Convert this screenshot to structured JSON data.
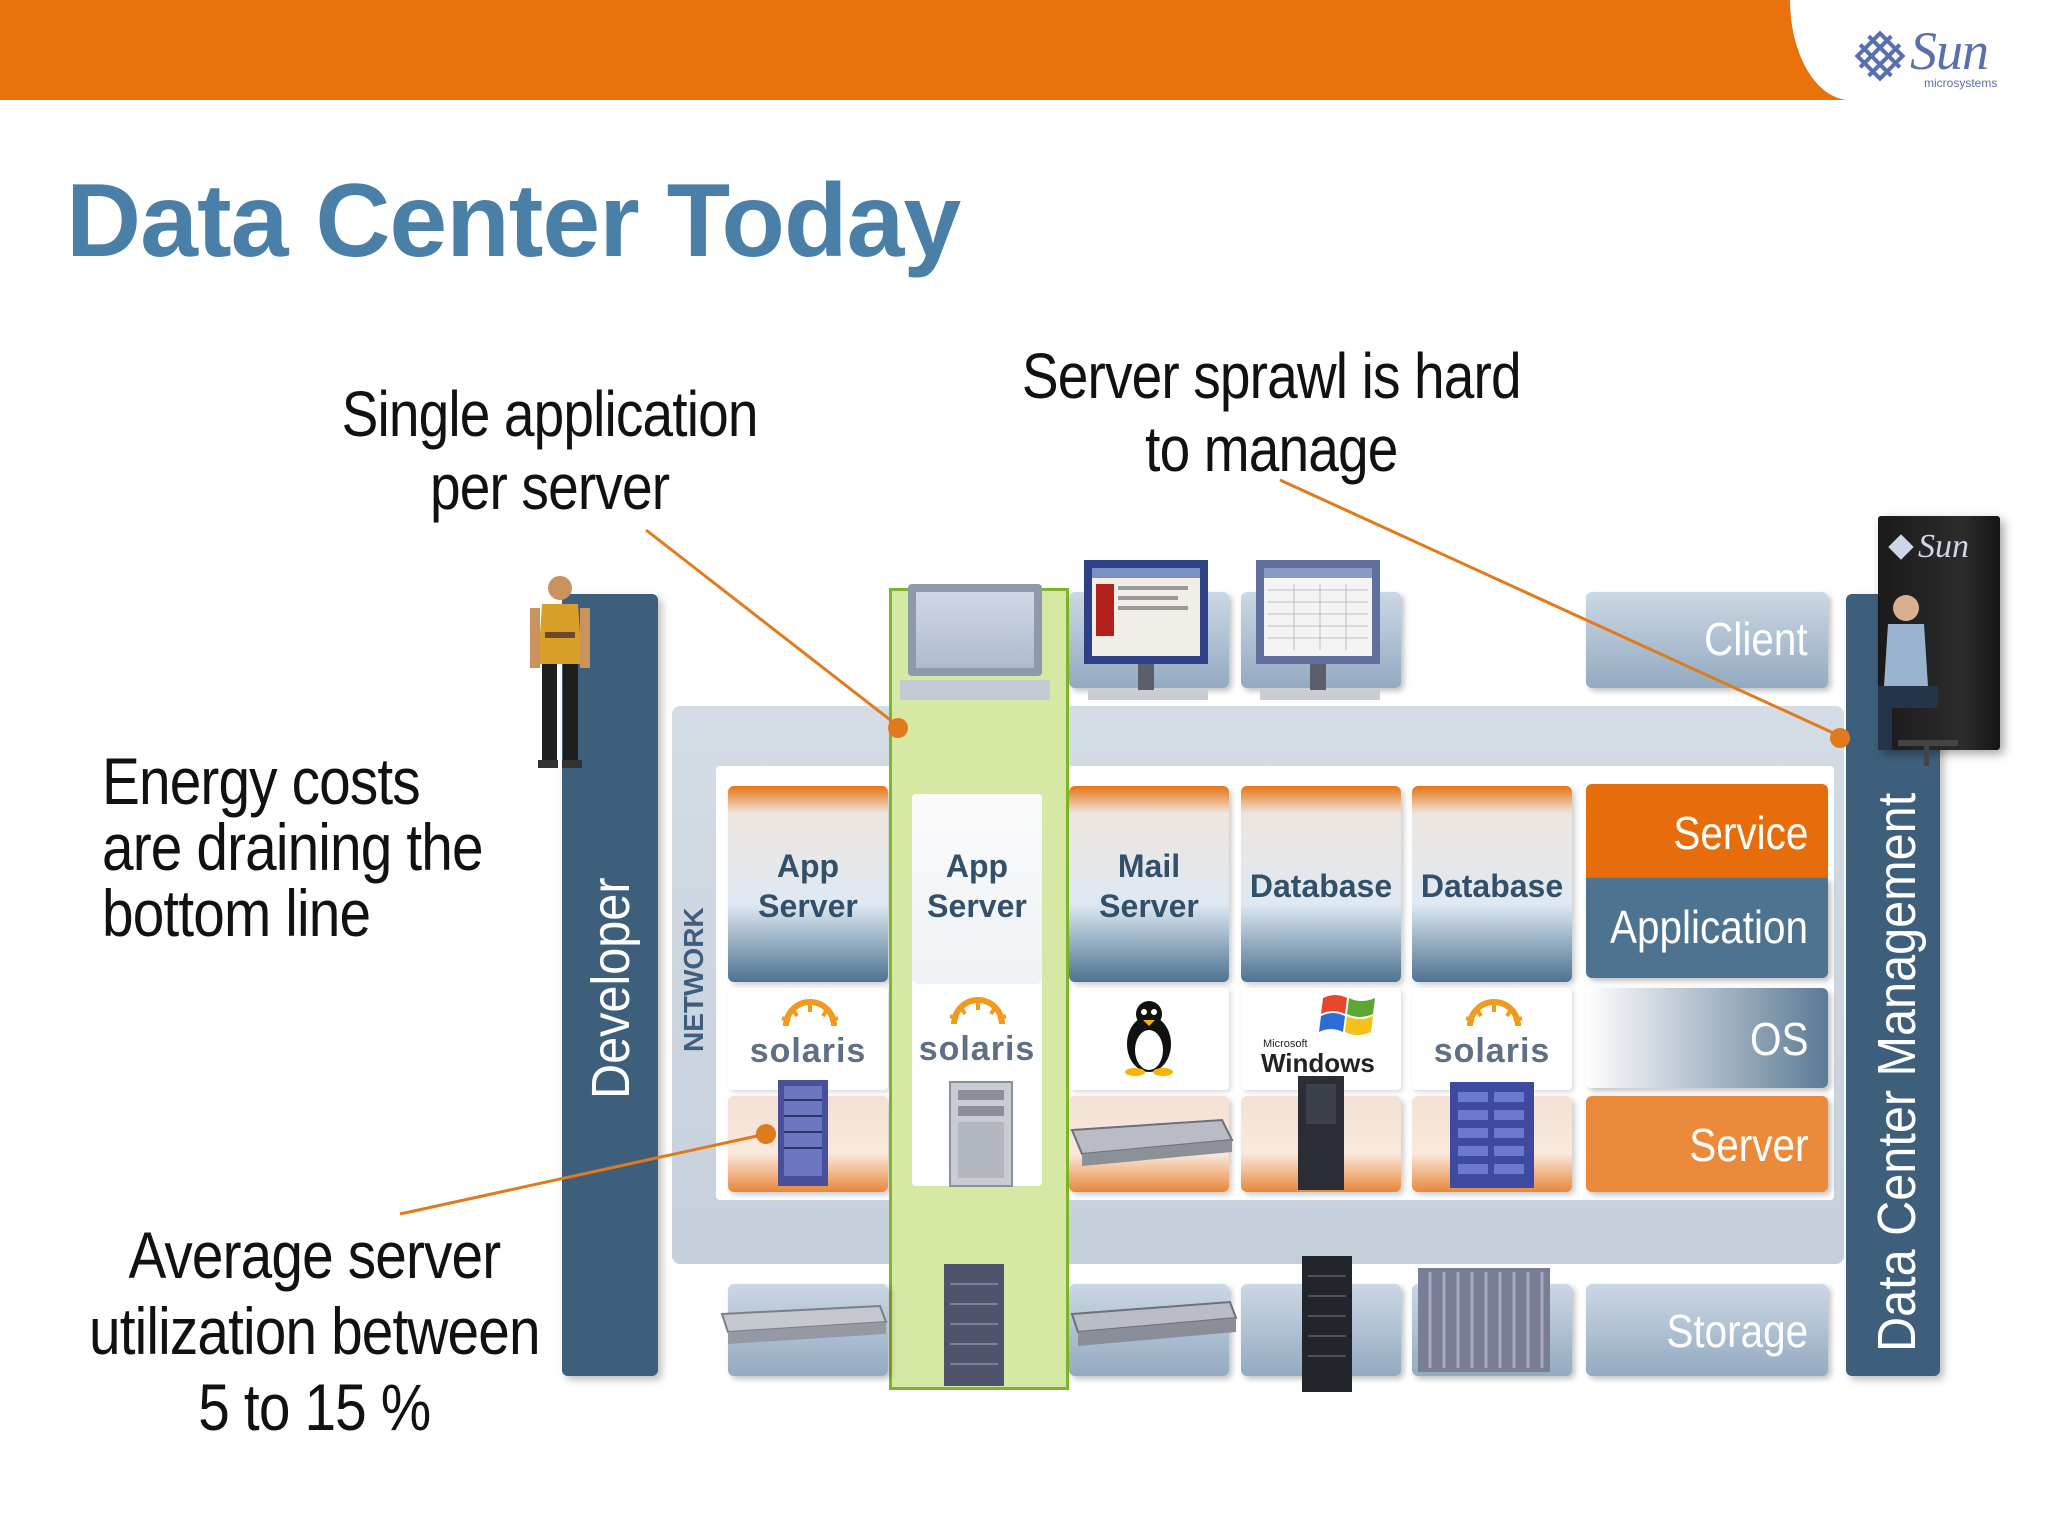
{
  "header": {
    "bar_color": "#e8720c",
    "logo_text": "Sun",
    "logo_sub": "microsystems"
  },
  "title": "Data Center Today",
  "callouts": {
    "single_app": [
      "Single application",
      "per server"
    ],
    "sprawl": [
      "Server sprawl is hard",
      "to manage"
    ],
    "energy": [
      "Energy costs",
      "are draining the",
      "bottom line"
    ],
    "utilization": [
      "Average server",
      "utilization between",
      "5 to 15 %"
    ]
  },
  "diagram": {
    "developer_label": "Developer",
    "management_label": "Data Center Management",
    "network_label": "NETWORK",
    "server_cabinet_logo": "Sun",
    "columns": [
      {
        "app": [
          "App",
          "Server"
        ],
        "os": "solaris"
      },
      {
        "app": [
          "App",
          "Server"
        ],
        "os": "solaris"
      },
      {
        "app": [
          "Mail",
          "Server"
        ],
        "os": "linux-tux"
      },
      {
        "app": [
          "Database"
        ],
        "os": "Windows",
        "os_sub": "Microsoft"
      },
      {
        "app": [
          "Database"
        ],
        "os": "solaris"
      }
    ],
    "layers": {
      "client": "Client",
      "service": "Service",
      "application": "Application",
      "os": "OS",
      "server": "Server",
      "storage": "Storage"
    }
  },
  "colors": {
    "title": "#4a7fa7",
    "accent_orange": "#e8720c",
    "bar_navy": "#3e5f7c",
    "highlight_green": "#7fb52a",
    "callout_line": "#e07a1a"
  }
}
